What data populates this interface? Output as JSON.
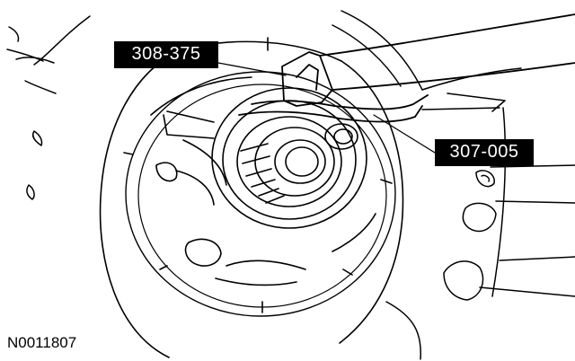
{
  "callouts": {
    "tool_1": "308-375",
    "tool_2": "307-005"
  },
  "figure_number": "N0011807"
}
